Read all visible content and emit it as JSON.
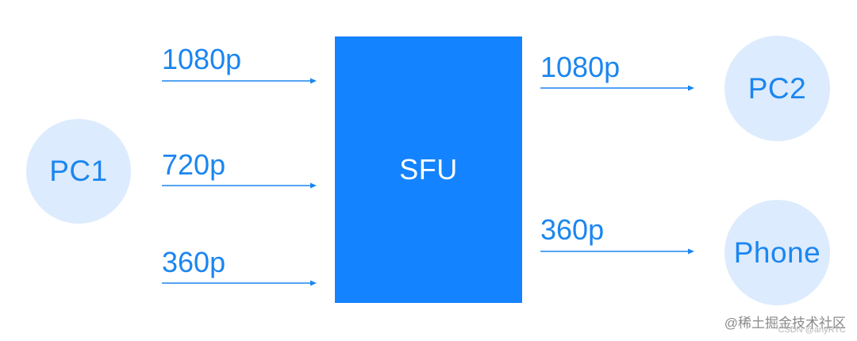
{
  "colors": {
    "accent": "#1b86f0",
    "sfu_fill": "#1483ff",
    "node_fill": "#dcebfd",
    "sfu_text": "#ffffff"
  },
  "nodes": {
    "sender": "PC1",
    "receiver_1": "PC2",
    "receiver_2": "Phone"
  },
  "sfu": {
    "label": "SFU"
  },
  "incoming_streams": [
    "1080p",
    "720p",
    "360p"
  ],
  "outgoing_streams": [
    "1080p",
    "360p"
  ],
  "watermark": {
    "text": "@稀土掘金技术社区",
    "subtext": "CSDN @anyRTC"
  }
}
